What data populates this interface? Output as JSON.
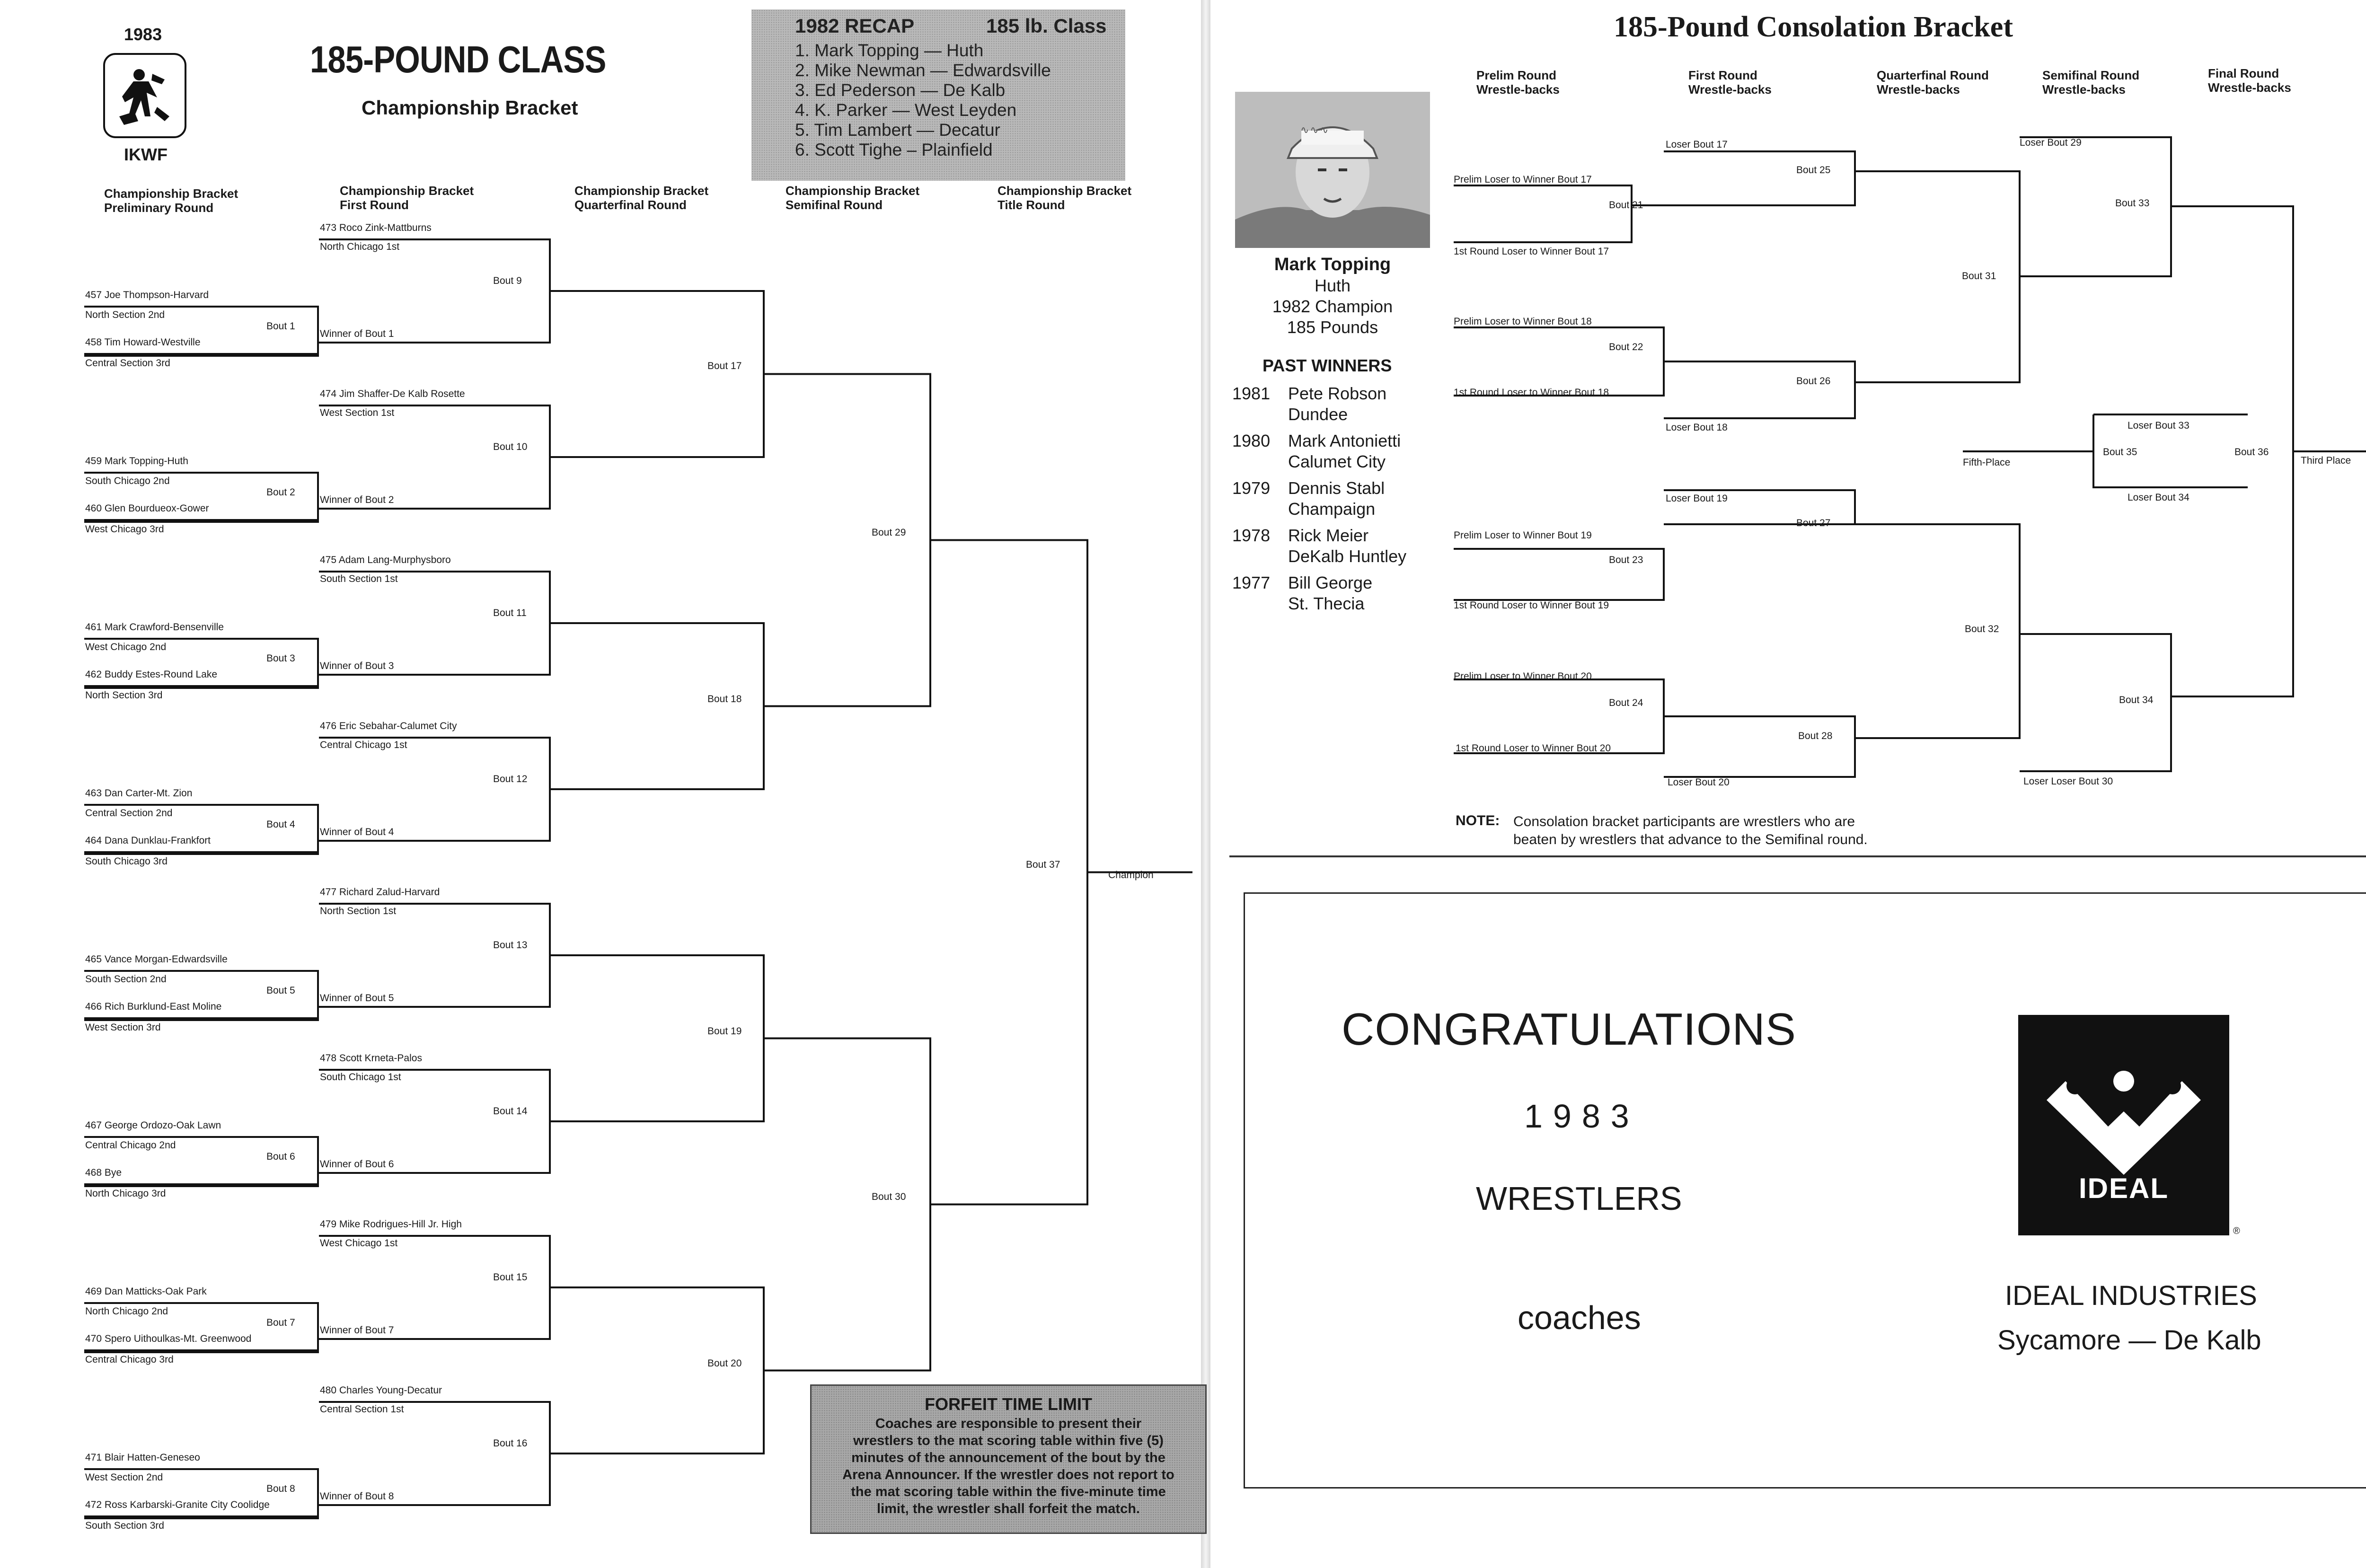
{
  "left": {
    "year": "1983",
    "logo_label": "IKWF",
    "title": "185-POUND CLASS",
    "subtitle": "Championship Bracket",
    "recap": {
      "title": "1982 RECAP",
      "class": "185 lb. Class",
      "lines": [
        "1. Mark Topping — Huth",
        "2. Mike Newman — Edwardsville",
        "3. Ed Pederson — De Kalb",
        "4. K. Parker — West Leyden",
        "5. Tim Lambert — Decatur",
        "6. Scott Tighe – Plainfield"
      ]
    },
    "round_headers": {
      "prelim": [
        "Championship Bracket",
        "Preliminary Round"
      ],
      "first": [
        "Championship Bracket",
        "First Round"
      ],
      "quarter": [
        "Championship Bracket",
        "Quarterfinal Round"
      ],
      "semi": [
        "Championship Bracket",
        "Semifinal Round"
      ],
      "title": [
        "Championship Bracket",
        "Title Round"
      ]
    },
    "blocks": [
      {
        "top_wrestler": "473 Roco Zink-Mattburns",
        "top_section": "North Chicago 1st",
        "bout_first": "Bout  9",
        "a": "457 Joe Thompson-Harvard",
        "a_sec": "North Section 2nd",
        "bout_pre": "Bout 1",
        "b": "458 Tim Howard-Westville",
        "b_sec": "Central Section 3rd",
        "winner": "Winner of Bout 1"
      },
      {
        "top_wrestler": "474 Jim Shaffer-De Kalb Rosette",
        "top_section": "West Section 1st",
        "bout_first": "Bout 10",
        "a": "459 Mark Topping-Huth",
        "a_sec": "South Chicago 2nd",
        "bout_pre": "Bout 2",
        "b": "460 Glen Bourdueox-Gower",
        "b_sec": "West Chicago 3rd",
        "winner": "Winner of Bout 2"
      },
      {
        "top_wrestler": "475 Adam Lang-Murphysboro",
        "top_section": "South Section 1st",
        "bout_first": "Bout 11",
        "a": "461 Mark Crawford-Bensenville",
        "a_sec": "West Chicago 2nd",
        "bout_pre": "Bout 3",
        "b": "462 Buddy Estes-Round Lake",
        "b_sec": "North Section 3rd",
        "winner": "Winner of Bout 3"
      },
      {
        "top_wrestler": "476 Eric Sebahar-Calumet City",
        "top_section": "Central Chicago 1st",
        "bout_first": "Bout 12",
        "a": "463 Dan Carter-Mt. Zion",
        "a_sec": "Central Section 2nd",
        "bout_pre": "Bout 4",
        "b": "464 Dana Dunklau-Frankfort",
        "b_sec": "South Chicago 3rd",
        "winner": "Winner of Bout 4"
      },
      {
        "top_wrestler": "477 Richard Zalud-Harvard",
        "top_section": "North Section 1st",
        "bout_first": "Bout 13",
        "a": "465 Vance Morgan-Edwardsville",
        "a_sec": "South Section 2nd",
        "bout_pre": "Bout 5",
        "b": "466 Rich Burklund-East Moline",
        "b_sec": "West Section 3rd",
        "winner": "Winner of Bout 5"
      },
      {
        "top_wrestler": "478 Scott Krneta-Palos",
        "top_section": "South Chicago 1st",
        "bout_first": "Bout 14",
        "a": "467 George Ordozo-Oak Lawn",
        "a_sec": "Central Chicago 2nd",
        "bout_pre": "Bout 6",
        "b": "468 Bye",
        "b_sec": "North Chicago 3rd",
        "winner": "Winner of Bout 6"
      },
      {
        "top_wrestler": "479 Mike Rodrigues-Hill Jr. High",
        "top_section": "West Chicago 1st",
        "bout_first": "Bout 15",
        "a": "469 Dan Matticks-Oak Park",
        "a_sec": "North Chicago 2nd",
        "bout_pre": "Bout 7",
        "b": "470 Spero Uithoulkas-Mt. Greenwood",
        "b_sec": "Central Chicago 3rd",
        "winner": "Winner of Bout 7"
      },
      {
        "top_wrestler": "480 Charles Young-Decatur",
        "top_section": "Central Section 1st",
        "bout_first": "Bout 16",
        "a": "471 Blair Hatten-Geneseo",
        "a_sec": "West Section 2nd",
        "bout_pre": "Bout 8",
        "b": "472 Ross Karbarski-Granite City Coolidge",
        "b_sec": "South Section 3rd",
        "winner": "Winner of Bout 8"
      }
    ],
    "quarter_bouts": [
      "Bout 17",
      "Bout 18",
      "Bout 19",
      "Bout 20"
    ],
    "semi_bouts": [
      "Bout 29",
      "Bout 30"
    ],
    "title_bout": "Bout 37",
    "champion_label": "Champion",
    "forfeit": {
      "title": "FORFEIT TIME LIMIT",
      "lines": [
        "Coaches are responsible to present their",
        "wrestlers to the mat scoring table within five (5)",
        "minutes of the announcement of the bout by the",
        "Arena Announcer. If the wrestler does not report to",
        "the mat scoring table within the five-minute time",
        "limit, the wrestler shall forfeit the match."
      ]
    }
  },
  "right": {
    "title": "185-Pound Consolation Bracket",
    "round_headers": {
      "prelim": [
        "Prelim Round",
        "Wrestle-backs"
      ],
      "first": [
        "First Round",
        "Wrestle-backs"
      ],
      "quarter": [
        "Quarterfinal Round",
        "Wrestle-backs"
      ],
      "semi": [
        "Semifinal Round",
        "Wrestle-backs"
      ],
      "final": [
        "Final Round",
        "Wrestle-backs"
      ]
    },
    "photo_hat_text": "∿∿∿",
    "champion": {
      "name": "Mark Topping",
      "school": "Huth",
      "line1": "1982 Champion",
      "line2": "185 Pounds"
    },
    "past_winners_title": "PAST WINNERS",
    "past_winners": [
      {
        "year": "1981",
        "name": "Pete Robson",
        "school": "Dundee"
      },
      {
        "year": "1980",
        "name": "Mark Antonietti",
        "school": "Calumet City"
      },
      {
        "year": "1979",
        "name": "Dennis Stabl",
        "school": "Champaign"
      },
      {
        "year": "1978",
        "name": "Rick Meier",
        "school": "DeKalb Huntley"
      },
      {
        "year": "1977",
        "name": "Bill George",
        "school": "St. Thecia"
      }
    ],
    "cons": {
      "loser17": "Loser Bout 17",
      "pl17": "Prelim Loser to Winner Bout 17",
      "b21": "Bout 21",
      "fr17": "1st Round Loser to Winner Bout 17",
      "b25": "Bout 25",
      "pl18": "Prelim Loser to Winner Bout 18",
      "b22": "Bout 22",
      "fr18": "1st Round Loser to Winner Bout 18",
      "b26": "Bout 26",
      "loser18": "Loser Bout 18",
      "loser19": "Loser Bout 19",
      "pl19": "Prelim Loser to Winner Bout 19",
      "b23": "Bout 23",
      "fr19": "1st Round Loser to Winner Bout 19",
      "b27": "Bout 27",
      "pl20": "Prelim Loser to Winner Bout 20",
      "b24": "Bout 24",
      "fr20": "1st Round Loser to Winner Bout 20",
      "b28": "Bout 28",
      "loser20": "Loser Bout 20",
      "b31": "Bout 31",
      "b32": "Bout 32",
      "loser29": "Loser Bout 29",
      "b33": "Bout 33",
      "b34": "Bout 34",
      "loserloser30": "Loser Loser Bout 30",
      "loser33": "Loser Bout 33",
      "b35": "Bout 35",
      "loser34": "Loser Bout 34",
      "fifth": "Fifth-Place",
      "b36": "Bout 36",
      "third": "Third Place"
    },
    "note_label": "NOTE:",
    "note_lines": [
      "Consolation bracket participants are wrestlers who are",
      "beaten by wrestlers that advance to the Semifinal round."
    ],
    "ad": {
      "congrats": "CONGRATULATIONS",
      "year": "1983",
      "wrestlers": "WRESTLERS",
      "coaches": "coaches",
      "logo_text": "IDEAL",
      "reg": "®",
      "company": "IDEAL INDUSTRIES",
      "city": "Sycamore — De Kalb"
    }
  }
}
